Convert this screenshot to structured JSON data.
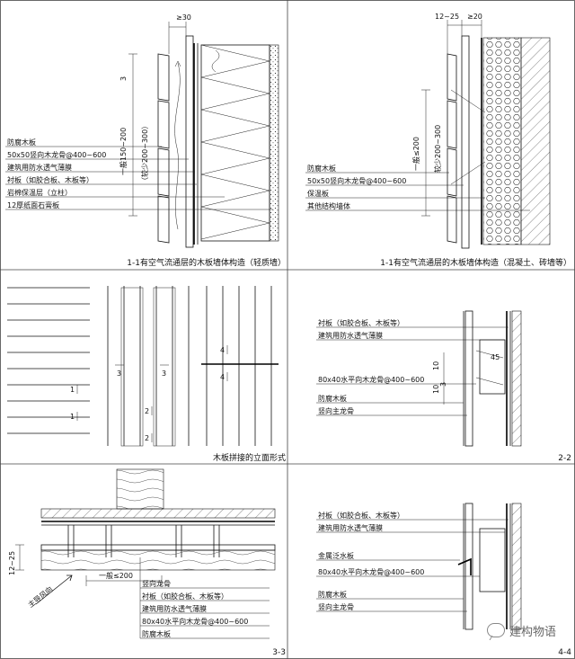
{
  "panels": {
    "p1": {
      "caption": "1-1有空气流通层的木板墙体构造（轻质墙）",
      "dim_top": "≥30",
      "dim_vertical_a": "一般150~200",
      "dim_vertical_b": "（较少200~300）",
      "dim_small": "3",
      "labels": [
        "防腐木板",
        "50x50竖向木龙骨@400~600",
        "建筑用防水透气薄膜",
        "衬板（如胶合板、木板等）",
        "岩棉保温层（立柱）",
        "12厚纸面石膏板"
      ]
    },
    "p2": {
      "caption": "1-1有空气流通层的木板墙体构造（混凝土、砖墙等）",
      "dim_top_a": "12~25",
      "dim_top_b": "≥20",
      "dim_vertical_a": "一般≤200",
      "dim_vertical_b": "较少200~300",
      "labels": [
        "防腐木板",
        "50x50竖向木龙骨@400~600",
        "保温板",
        "其他结构墙体"
      ]
    },
    "p3": {
      "caption": "木板拼接的立面形式",
      "marks": [
        "1",
        "1",
        "3",
        "2",
        "3",
        "2",
        "4",
        "4"
      ]
    },
    "p4": {
      "caption": "2-2",
      "dims": [
        "10",
        "10",
        "3"
      ],
      "dim_45": "45",
      "labels": [
        "衬板（如胶合板、木板等）",
        "建筑用防水透气薄膜",
        "80x40水平向木龙骨@400~600",
        "防腐木板",
        "竖向主龙骨"
      ]
    },
    "p5": {
      "caption": "3-3",
      "dim_left": "12~25",
      "dim_gap": "一般≤200",
      "wind_label": "主导风向",
      "labels": [
        "竖向龙骨",
        "衬板（如胶合板、木板等）",
        "建筑用防水透气薄膜",
        "80x40水平向木龙骨@400~600",
        "防腐木板"
      ]
    },
    "p6": {
      "caption": "4-4",
      "labels": [
        "衬板（如胶合板、木板等）",
        "建筑用防水透气薄膜",
        "金属泛水板",
        "80x40水平向木龙骨@400~600",
        "防腐木板",
        "竖向主龙骨"
      ]
    }
  },
  "watermark": {
    "text": "建构物语",
    "icon": "chat-bubble-icon"
  }
}
